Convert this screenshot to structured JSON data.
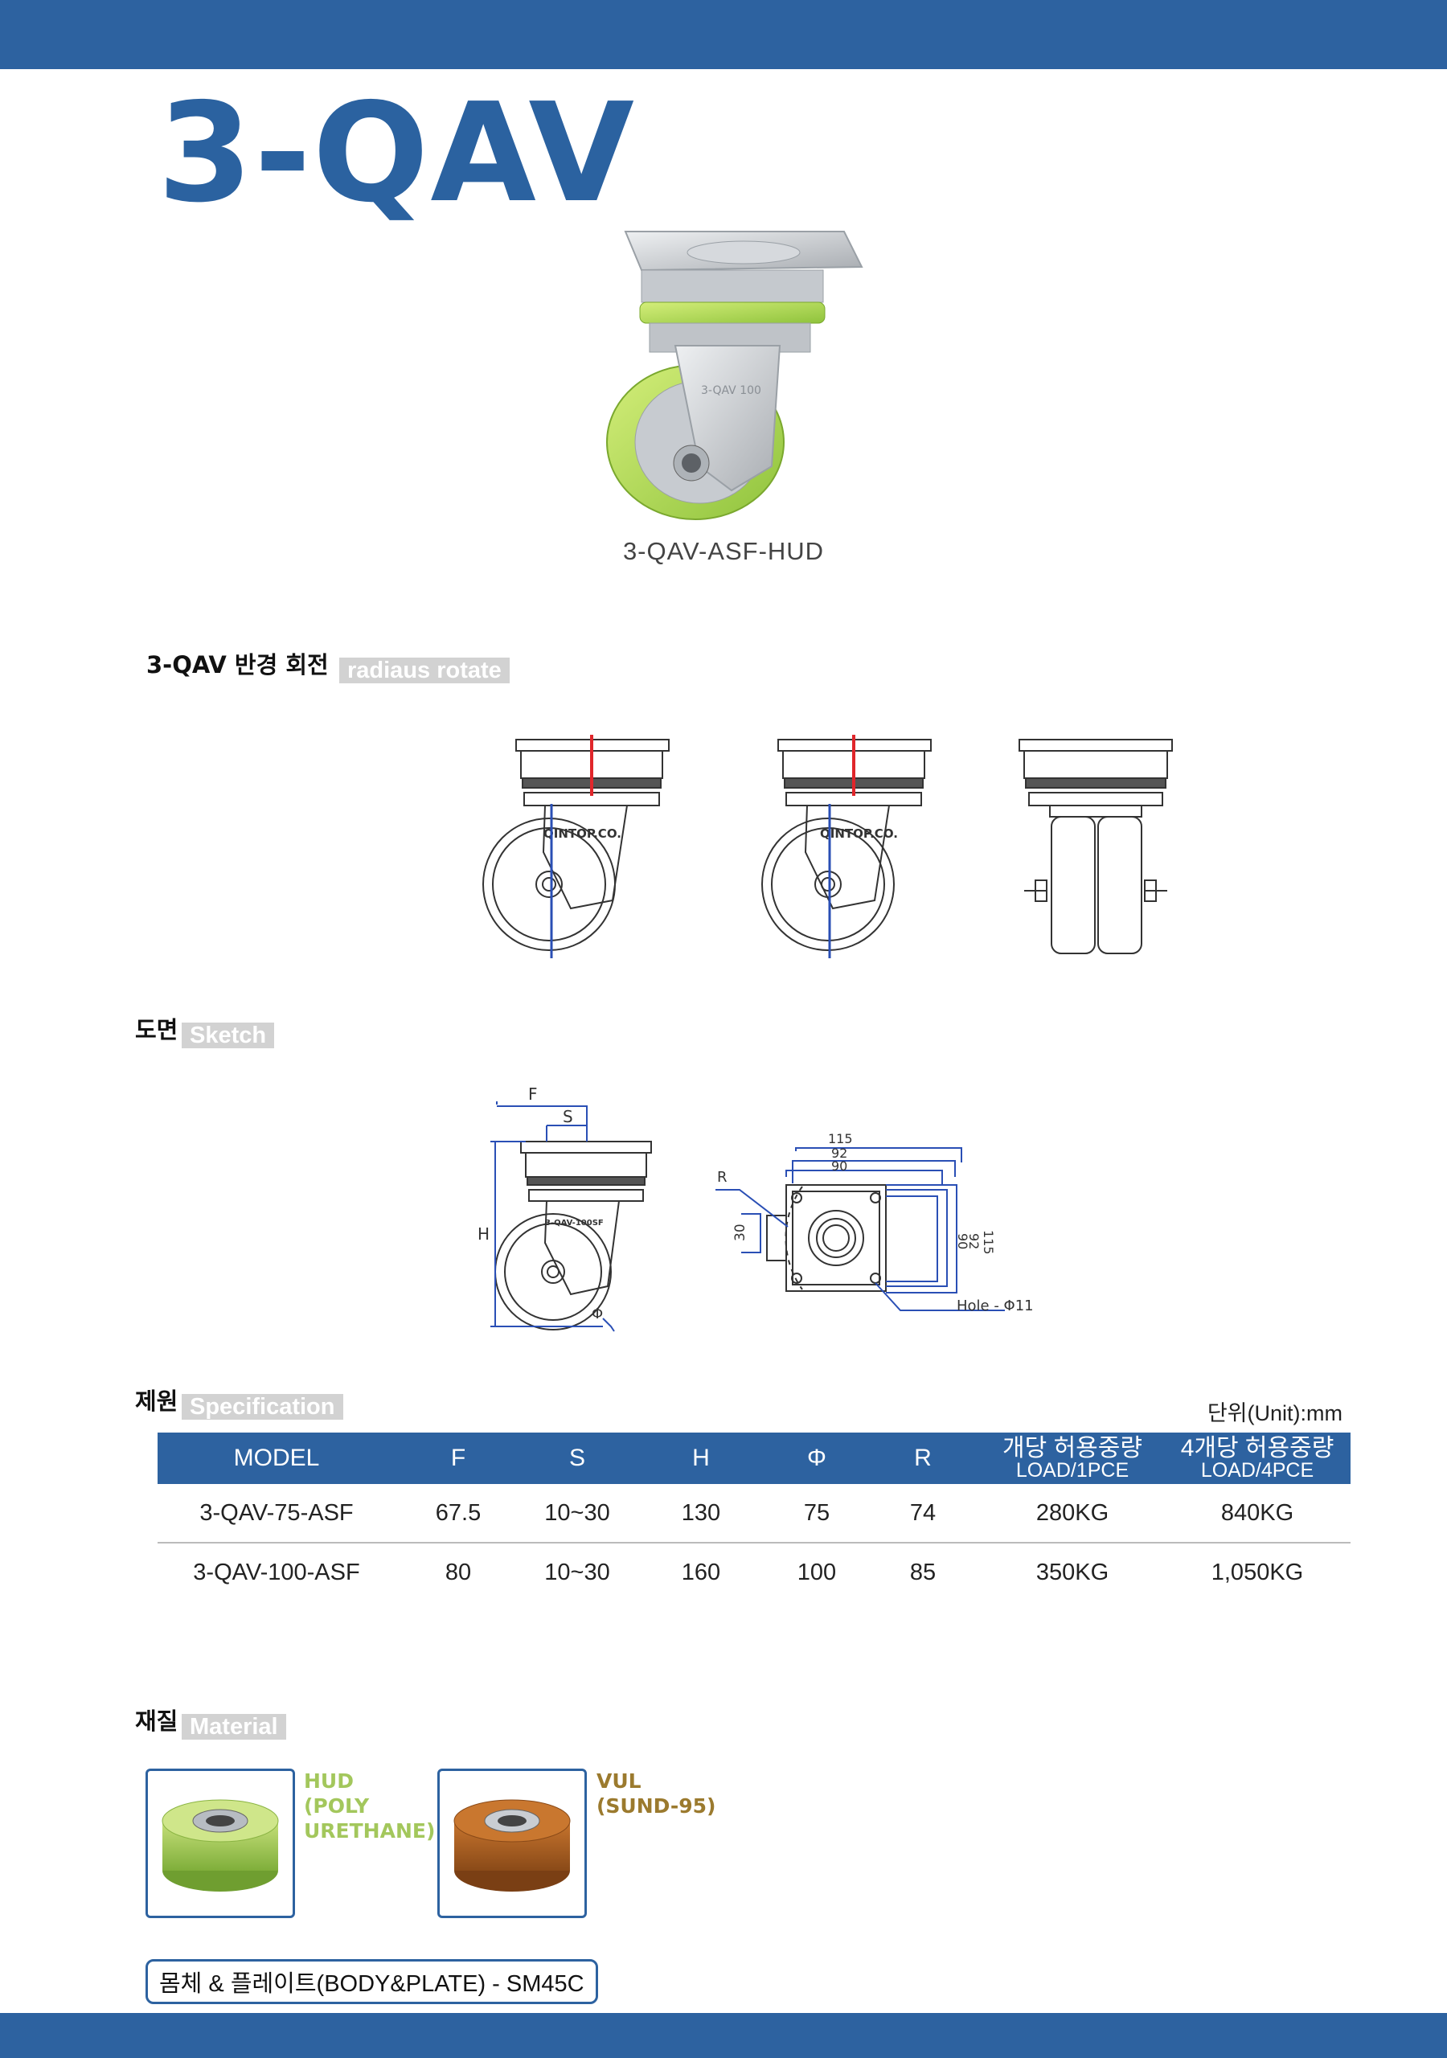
{
  "header": {
    "title": "3-QAV"
  },
  "product": {
    "caption": "3-QAV-ASF-HUD",
    "body_text": "3-QAV 100"
  },
  "sections": {
    "radius": {
      "ko": "3-QAV 반경 회전",
      "en": "radiaus rotate"
    },
    "sketch": {
      "ko": "도면",
      "en": "Sketch"
    },
    "spec": {
      "ko": "제원",
      "en": "Specification"
    },
    "material": {
      "ko": "재질",
      "en": "Material"
    }
  },
  "radius_drawings": {
    "brand_1": "QINTOP.CO.",
    "brand_2": "QINTOP.CO."
  },
  "sketch": {
    "F": "F",
    "S": "S",
    "H": "H",
    "phi": "Φ",
    "R": "R",
    "model_text": "3-QAV-100SF",
    "dim_115": "115",
    "dim_92": "92",
    "dim_90": "90",
    "dim_30": "30",
    "hole": "Hole - Φ11"
  },
  "spec": {
    "unit": "단위(Unit):mm",
    "headers": {
      "model": "MODEL",
      "f": "F",
      "s": "S",
      "h": "H",
      "phi": "Φ",
      "r": "R",
      "load1_ko": "개당 허용중량",
      "load1_en": "LOAD/1PCE",
      "load4_ko": "4개당 허용중량",
      "load4_en": "LOAD/4PCE"
    },
    "rows": [
      {
        "model": "3-QAV-75-ASF",
        "f": "67.5",
        "s": "10~30",
        "h": "130",
        "phi": "75",
        "r": "74",
        "load1": "280KG",
        "load4": "840KG"
      },
      {
        "model": "3-QAV-100-ASF",
        "f": "80",
        "s": "10~30",
        "h": "160",
        "phi": "100",
        "r": "85",
        "load1": "350KG",
        "load4": "1,050KG"
      }
    ]
  },
  "materials": {
    "hud": {
      "line1": "HUD",
      "line2": "(POLY",
      "line3": "URETHANE)",
      "color": "#a3c75c"
    },
    "vul": {
      "line1": "VUL",
      "line2": "(SUND-95)",
      "color": "#9b7a2e"
    },
    "body": "몸체 & 플레이트(BODY&PLATE) - SM45C"
  },
  "colors": {
    "brand_blue": "#2d62a0",
    "accent_red": "#e0262b",
    "accent_blue": "#2a4fb5"
  }
}
